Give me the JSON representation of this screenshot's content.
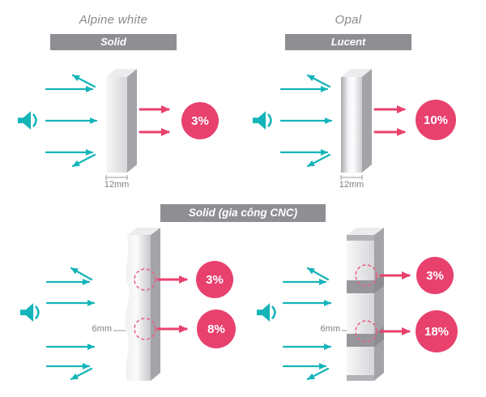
{
  "panels": {
    "top_left": {
      "title": "Alpine white",
      "badge": "Solid",
      "thickness": "12mm",
      "percent": "3%"
    },
    "top_right": {
      "title": "Opal",
      "badge": "Lucent",
      "thickness": "12mm",
      "percent": "10%"
    },
    "bottom": {
      "badge": "Solid (gia công CNC)",
      "left": {
        "thickness": "6mm",
        "percent_top": "3%",
        "percent_bottom": "8%"
      },
      "right": {
        "thickness": "6mm",
        "percent_top": "3%",
        "percent_bottom": "18%"
      }
    }
  },
  "icons": {
    "speaker": "speaker-icon",
    "sound_wave": "sound-wave-arc"
  },
  "colors": {
    "teal": "#14b4b9",
    "pink": "#e8416e",
    "bar_gray": "#8e8e93",
    "panel_side_gray": "#a4a4a8",
    "panel_face_light": "#f5f5f6",
    "title_gray": "#8b8b90",
    "measure_gray": "#7f7f84"
  }
}
